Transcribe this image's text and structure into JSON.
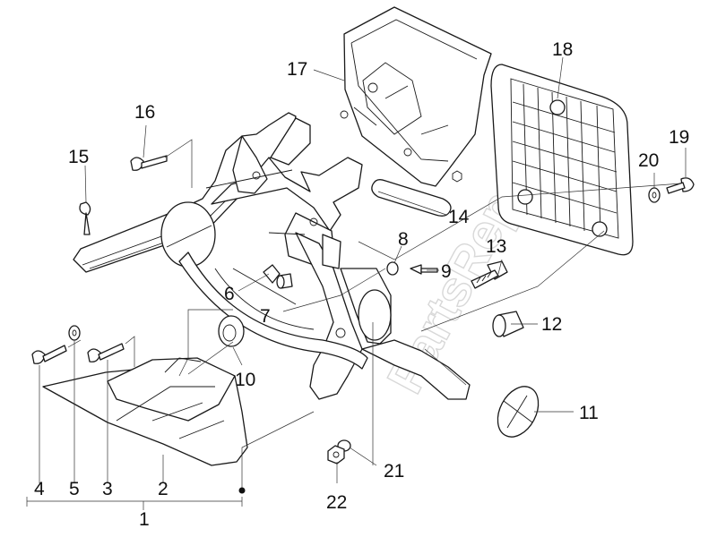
{
  "watermark": "PartsRepublik",
  "callouts": {
    "c1": "1",
    "c2": "2",
    "c3": "3",
    "c4": "4",
    "c5": "5",
    "c6": "6",
    "c7": "7",
    "c8": "8",
    "c9": "9",
    "c10": "10",
    "c11": "11",
    "c12": "12",
    "c13": "13",
    "c14": "14",
    "c15": "15",
    "c16": "16",
    "c17": "17",
    "c18": "18",
    "c19": "19",
    "c20": "20",
    "c21": "21",
    "c22": "22"
  }
}
